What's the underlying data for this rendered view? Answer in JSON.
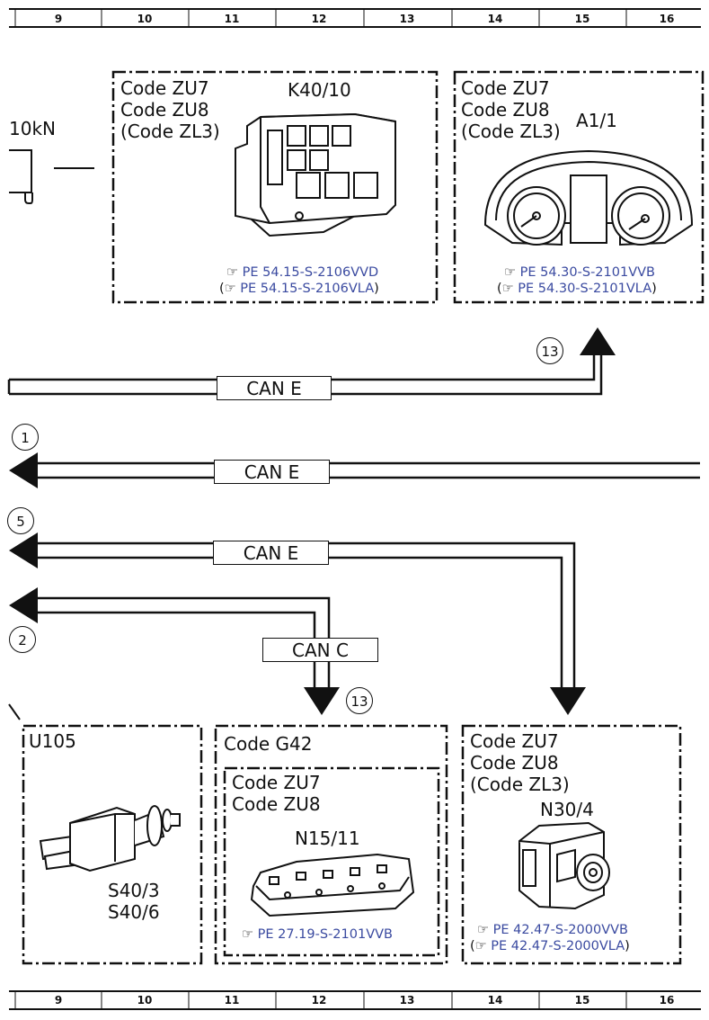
{
  "ruler_numbers": [
    "9",
    "10",
    "11",
    "12",
    "13",
    "14",
    "15",
    "16"
  ],
  "left_fragment": {
    "label": "10kN"
  },
  "boxes": {
    "k40": {
      "codes": [
        "Code ZU7",
        "Code ZU8",
        "(Code ZL3)"
      ],
      "component": "K40/10",
      "refs": [
        "PE 54.15-S-2106VVD",
        "PE 54.15-S-2106VLA"
      ]
    },
    "a1": {
      "codes": [
        "Code ZU7",
        "Code ZU8",
        "(Code ZL3)"
      ],
      "component": "A1/1",
      "refs": [
        "PE 54.30-S-2101VVB",
        "PE 54.30-S-2101VLA"
      ]
    },
    "u105": {
      "title": "U105",
      "components": [
        "S40/3",
        "S40/6"
      ]
    },
    "g42": {
      "title": "Code G42",
      "inner_codes": [
        "Code ZU7",
        "Code ZU8"
      ],
      "component": "N15/11",
      "refs": [
        "PE 27.19-S-2101VVB"
      ]
    },
    "n30": {
      "codes": [
        "Code ZU7",
        "Code ZU8",
        "(Code ZL3)"
      ],
      "component": "N30/4",
      "refs": [
        "PE 42.47-S-2000VVB",
        "PE 42.47-S-2000VLA"
      ]
    }
  },
  "buses": [
    {
      "label": "CAN E"
    },
    {
      "label": "CAN E"
    },
    {
      "label": "CAN E"
    },
    {
      "label": "CAN C"
    }
  ],
  "refs_circles": [
    "13",
    "1",
    "5",
    "2",
    "13"
  ]
}
